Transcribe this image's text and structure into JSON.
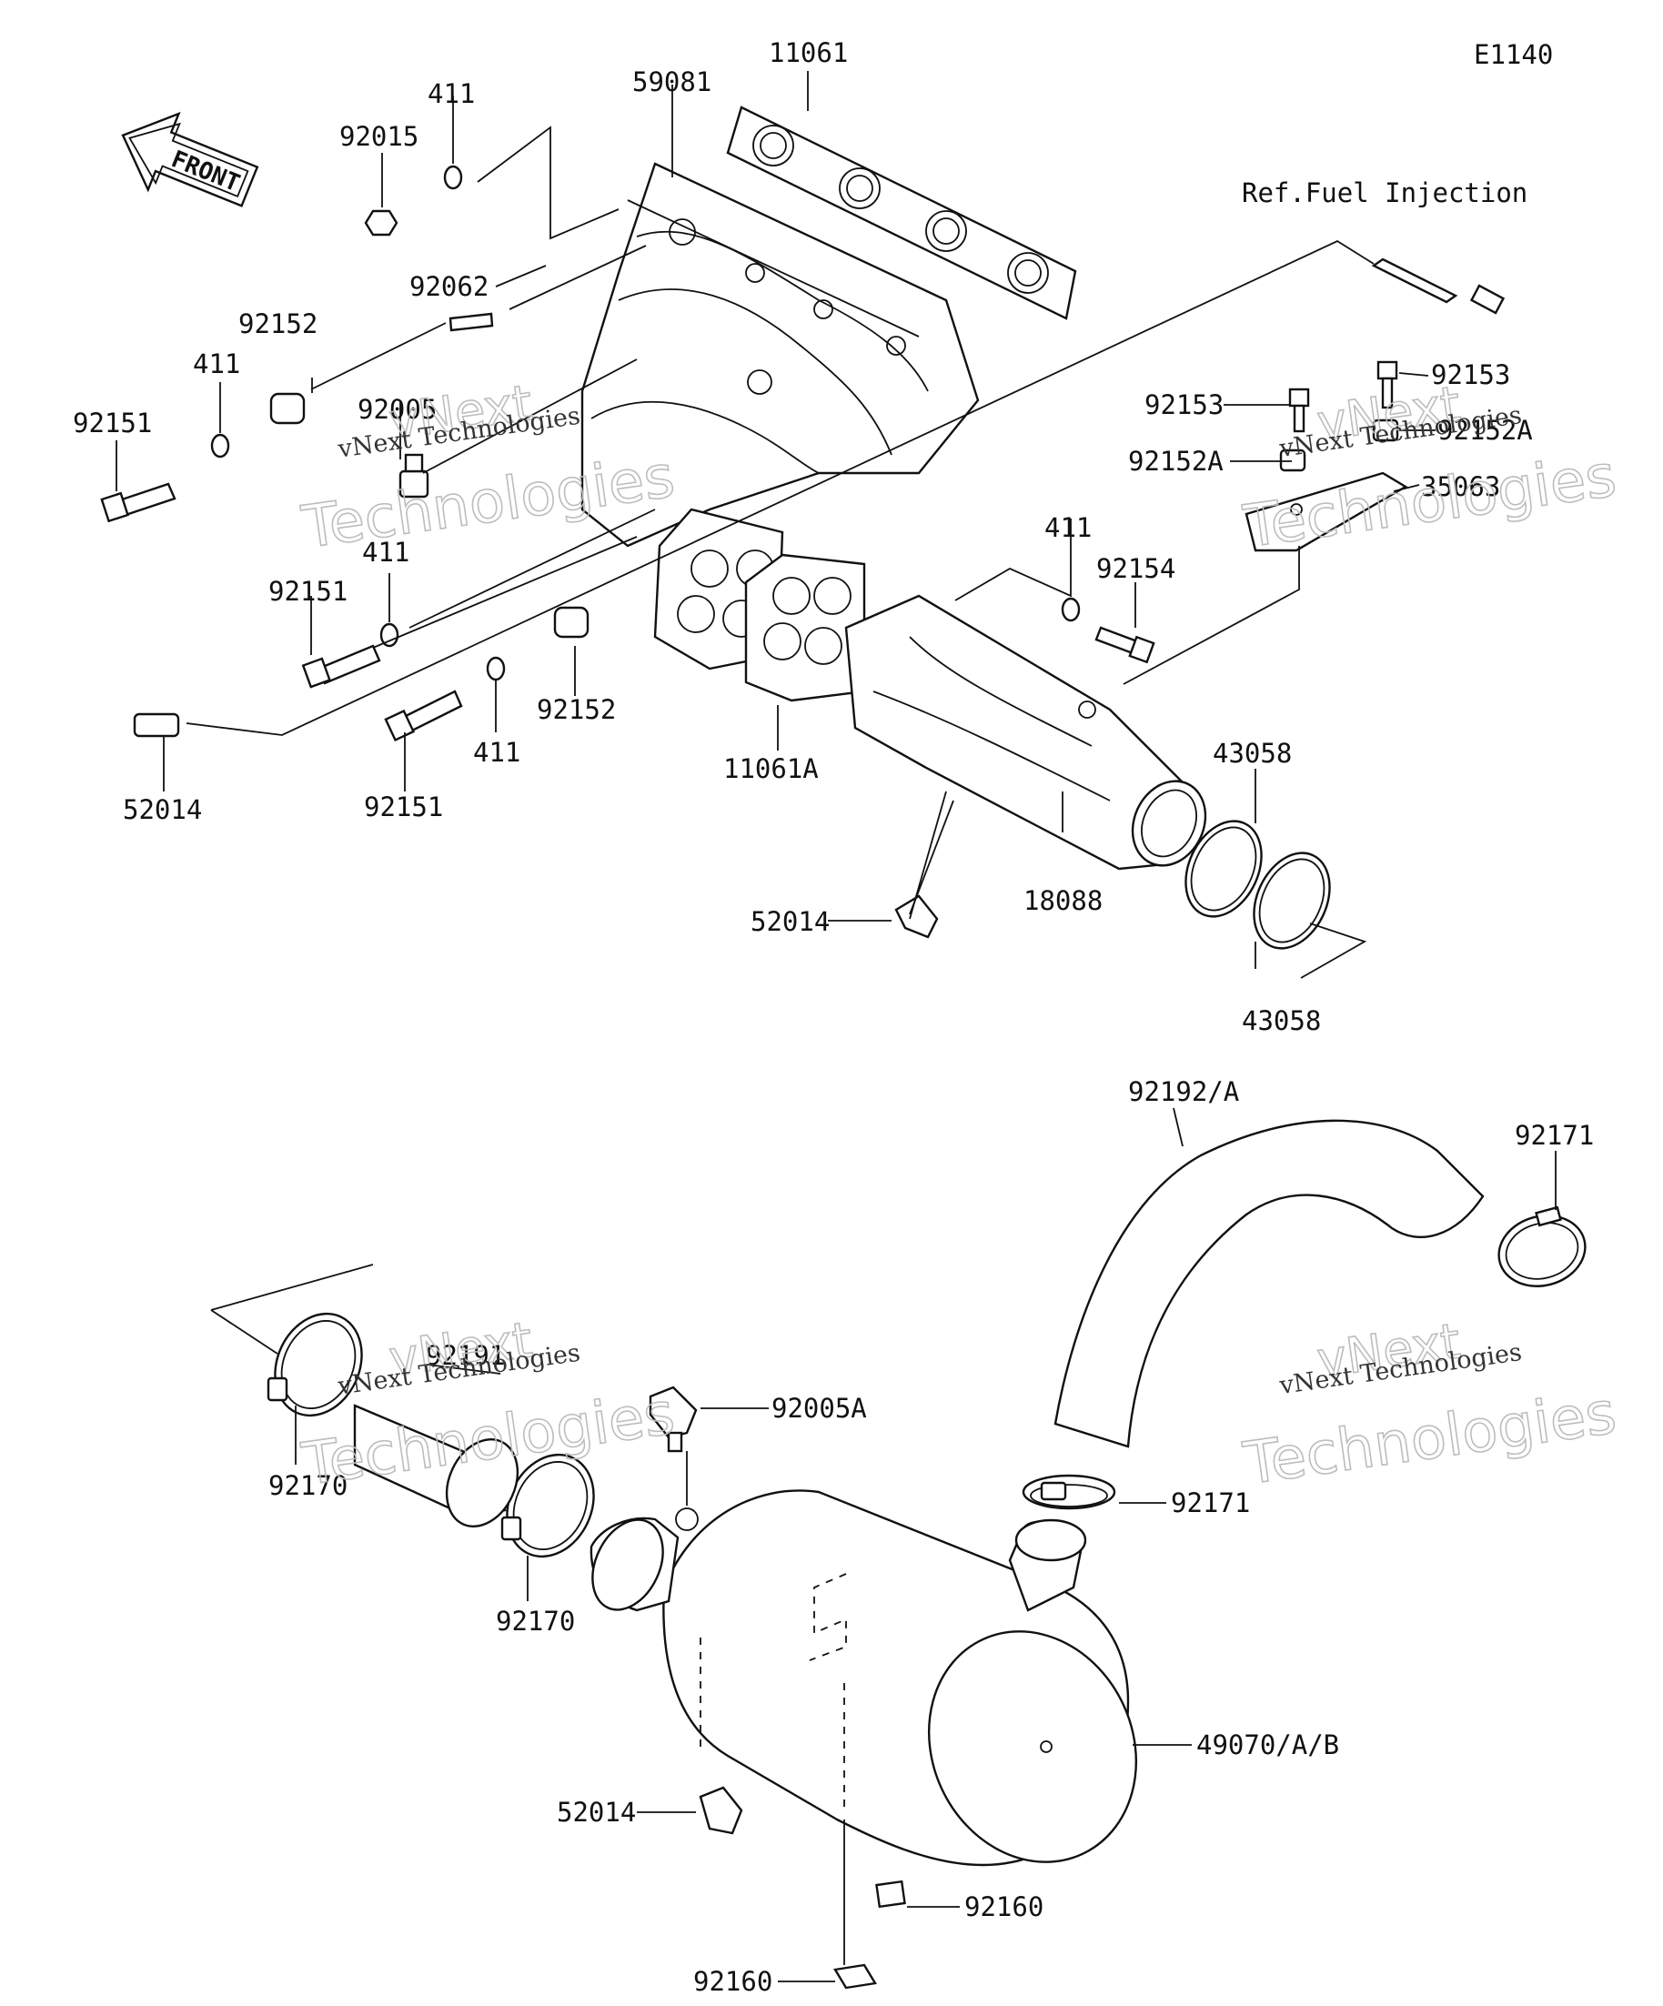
{
  "diagram_code": "E1140",
  "front_label": "FRONT",
  "ref_note": "Ref.Fuel Injection",
  "watermark": {
    "brand": "vNext",
    "line": "vNext Technologies",
    "big": "Technologies"
  },
  "labels": {
    "p11061": "11061",
    "p59081": "59081",
    "p411a": "411",
    "p92015": "92015",
    "p92062": "92062",
    "p92152a": "92152",
    "p411b": "411",
    "p92005": "92005",
    "p92151a": "92151",
    "p411c": "411",
    "p92151b": "92151",
    "p52014a": "52014",
    "p92151c": "92151",
    "p411d": "411",
    "p92152b": "92152",
    "p11061A": "11061A",
    "p411e": "411",
    "p92154": "92154",
    "p92153a": "92153",
    "p92153b": "92153",
    "p92152Aa": "92152A",
    "p92152Ab": "92152A",
    "p35063": "35063",
    "p43058a": "43058",
    "p43058b": "43058",
    "p18088": "18088",
    "p52014b": "52014",
    "p92192": "92192/A",
    "p92171a": "92171",
    "p92191": "92191",
    "p92170a": "92170",
    "p92170b": "92170",
    "p92005A": "92005A",
    "p92171b": "92171",
    "p49070": "49070/A/B",
    "p52014c": "52014",
    "p92160a": "92160",
    "p92160b": "92160"
  }
}
